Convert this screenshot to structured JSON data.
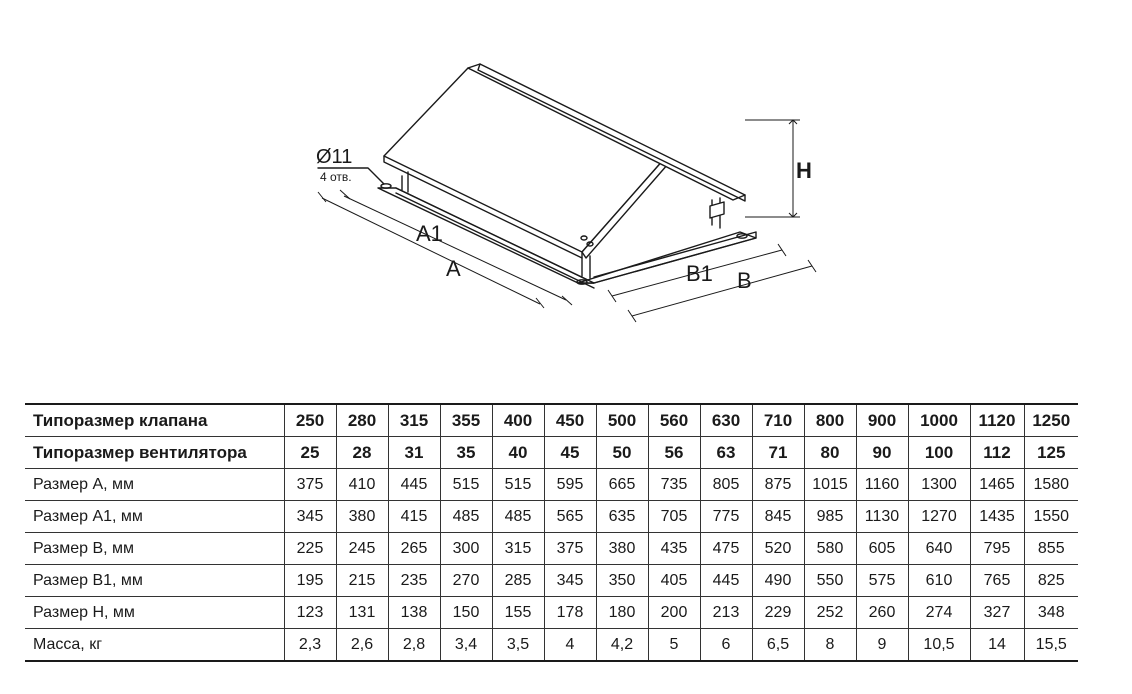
{
  "figure": {
    "labels": {
      "hole_diameter": "Ø11",
      "hole_count": "4 отв.",
      "dim_A1": "A1",
      "dim_A": "A",
      "dim_B1": "B1",
      "dim_B": "B",
      "dim_H": "H"
    }
  },
  "table": {
    "header_rows": [
      {
        "label": "Типоразмер клапана",
        "values": [
          "250",
          "280",
          "315",
          "355",
          "400",
          "450",
          "500",
          "560",
          "630",
          "710",
          "800",
          "900",
          "1000",
          "1120",
          "1250"
        ]
      },
      {
        "label": "Типоразмер вентилятора",
        "values": [
          "25",
          "28",
          "31",
          "35",
          "40",
          "45",
          "50",
          "56",
          "63",
          "71",
          "80",
          "90",
          "100",
          "112",
          "125"
        ]
      }
    ],
    "rows": [
      {
        "label": "Размер А, мм",
        "values": [
          "375",
          "410",
          "445",
          "515",
          "515",
          "595",
          "665",
          "735",
          "805",
          "875",
          "1015",
          "1160",
          "1300",
          "1465",
          "1580"
        ]
      },
      {
        "label": "Размер А1, мм",
        "values": [
          "345",
          "380",
          "415",
          "485",
          "485",
          "565",
          "635",
          "705",
          "775",
          "845",
          "985",
          "1130",
          "1270",
          "1435",
          "1550"
        ]
      },
      {
        "label": "Размер В, мм",
        "values": [
          "225",
          "245",
          "265",
          "300",
          "315",
          "375",
          "380",
          "435",
          "475",
          "520",
          "580",
          "605",
          "640",
          "795",
          "855"
        ]
      },
      {
        "label": "Размер В1, мм",
        "values": [
          "195",
          "215",
          "235",
          "270",
          "285",
          "345",
          "350",
          "405",
          "445",
          "490",
          "550",
          "575",
          "610",
          "765",
          "825"
        ]
      },
      {
        "label": "Размер Н, мм",
        "values": [
          "123",
          "131",
          "138",
          "150",
          "155",
          "178",
          "180",
          "200",
          "213",
          "229",
          "252",
          "260",
          "274",
          "327",
          "348"
        ]
      },
      {
        "label": "Масса, кг",
        "values": [
          "2,3",
          "2,6",
          "2,8",
          "3,4",
          "3,5",
          "4",
          "4,2",
          "5",
          "6",
          "6,5",
          "8",
          "9",
          "10,5",
          "14",
          "15,5"
        ]
      }
    ]
  }
}
